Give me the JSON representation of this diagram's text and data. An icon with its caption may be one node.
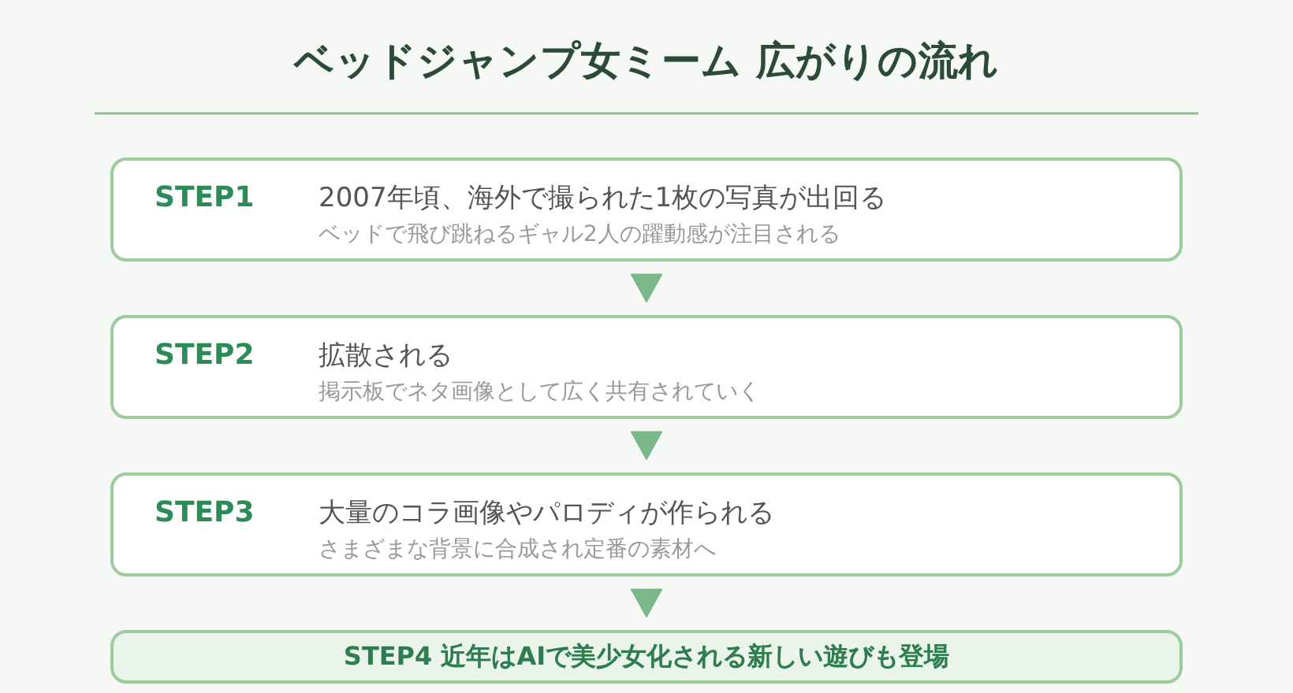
{
  "diagram": {
    "title": "ベッドジャンプ女ミーム 広がりの流れ",
    "nodes": [
      {
        "text": [
          "STEP1",
          "2007年頃、海外で撮られた1枚の写真が出回る",
          "ベッドで飛び跳ねるギャル2人の躍動感が注目される"
        ]
      },
      {
        "text": [
          "STEP2",
          "拡散される",
          "掲示板でネタ画像として広く共有されていく"
        ]
      },
      {
        "text": [
          "STEP3",
          "大量のコラ画像やパロディが作られる",
          "さまざまな背景に合成され定番の素材へ"
        ]
      },
      {
        "text": [
          "STEP4 近年はAIで美少女化される新しい遊びも登場"
        ]
      }
    ],
    "edges": [
      {
        "from": 0,
        "to": 1,
        "arrow": "to"
      },
      {
        "from": 1,
        "to": 2,
        "arrow": "to"
      },
      {
        "from": 2,
        "to": 3,
        "arrow": "to"
      }
    ]
  }
}
